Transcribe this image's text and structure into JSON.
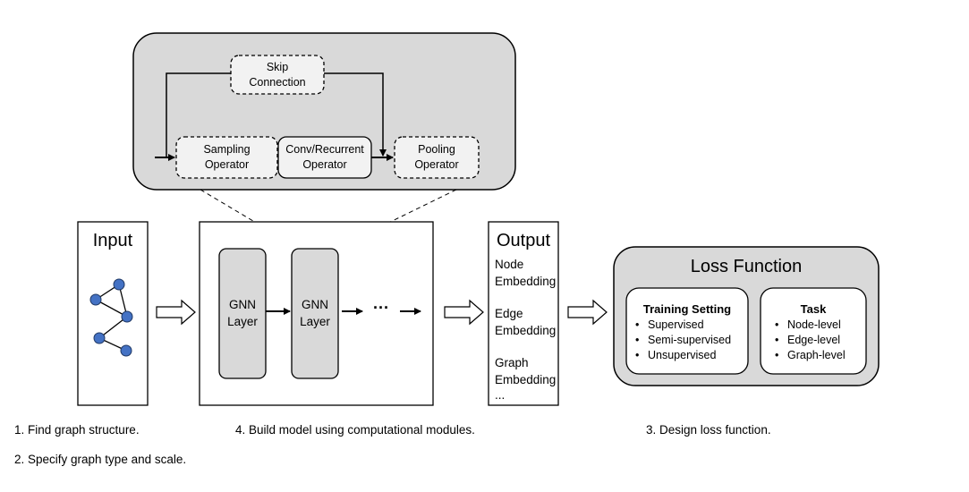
{
  "module": {
    "skip": "Skip\nConnection",
    "sampling": "Sampling\nOperator",
    "conv": "Conv/Recurrent\nOperator",
    "pooling": "Pooling\nOperator"
  },
  "input": {
    "title": "Input"
  },
  "model": {
    "layer1": "GNN\nLayer",
    "layer2": "GNN\nLayer",
    "ellipsis": "···"
  },
  "output": {
    "title": "Output",
    "items": [
      "Node\nEmbedding",
      "Edge\nEmbedding",
      "Graph\nEmbedding",
      "..."
    ]
  },
  "loss": {
    "title": "Loss Function",
    "training": {
      "title": "Training Setting",
      "items": [
        "Supervised",
        "Semi-supervised",
        "Unsupervised"
      ]
    },
    "task": {
      "title": "Task",
      "items": [
        "Node-level",
        "Edge-level",
        "Graph-level"
      ]
    }
  },
  "steps": [
    "1. Find graph structure.",
    "2. Specify graph type and scale.",
    "4. Build model using computational modules.",
    "3. Design loss function."
  ],
  "colors": {
    "panel": "#d9d9d9",
    "node": "#4472c4",
    "node_stroke": "#1f3864"
  }
}
